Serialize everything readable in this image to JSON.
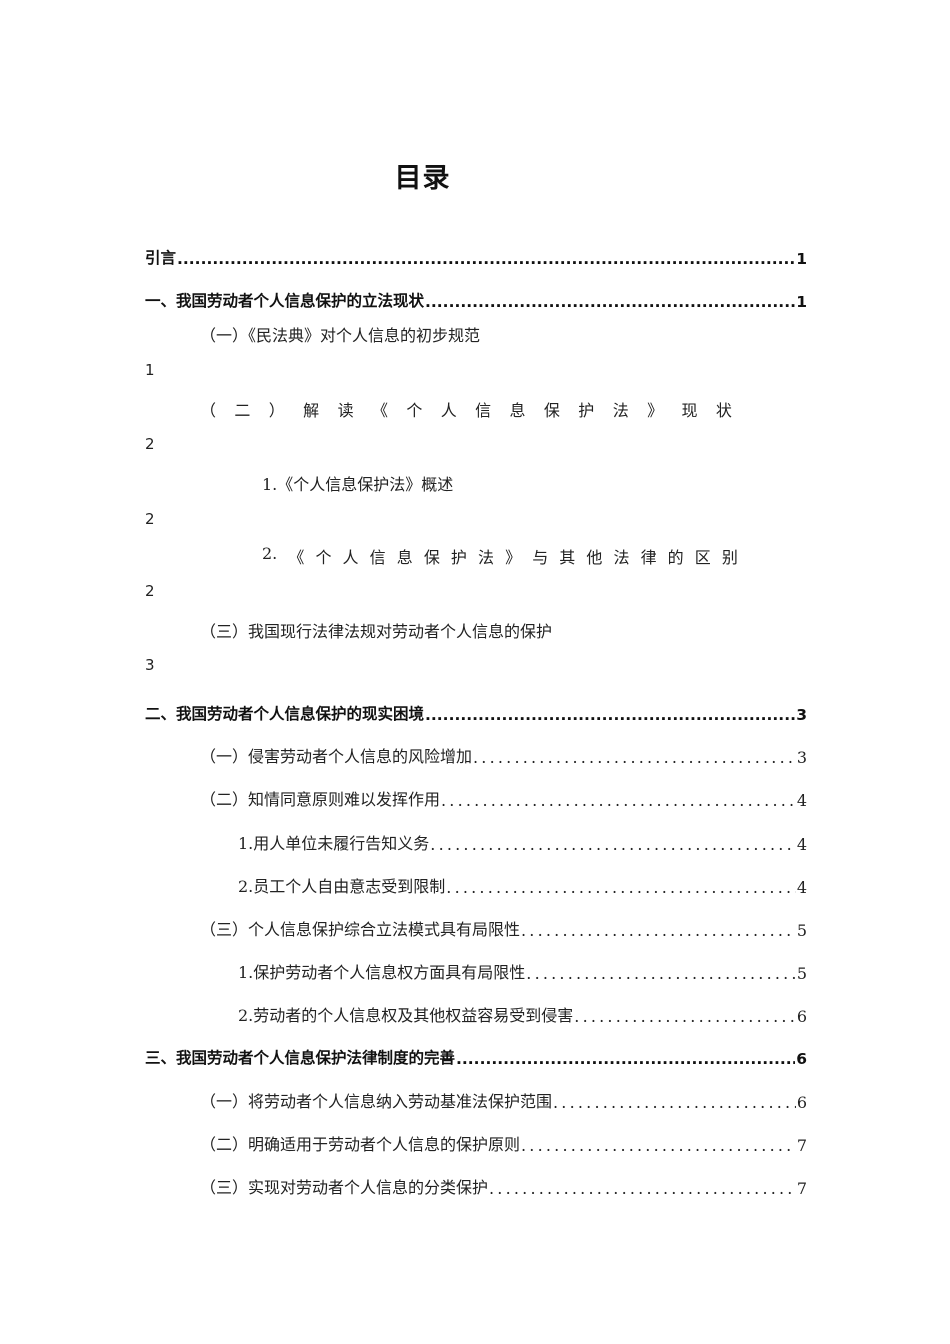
{
  "title": "目录",
  "leader_char": ".",
  "entries": {
    "intro": {
      "label": "引言",
      "page": "1"
    },
    "ch1": {
      "label": "一、我国劳动者个人信息保护的立法现状",
      "page": "1"
    },
    "ch1_s1": {
      "label": "（一）《民法典》对个人信息的初步规范",
      "page": "1"
    },
    "ch1_s2": {
      "chars": [
        "（",
        "二",
        "）",
        "解",
        "读",
        "《",
        "个",
        "人",
        "信",
        "息",
        "保",
        "护",
        "法",
        "》",
        "现",
        "状"
      ],
      "page": "2"
    },
    "ch1_s2_1": {
      "label": "1.《个人信息保护法》概述",
      "page": "2"
    },
    "ch1_s2_2": {
      "chars": [
        "2.",
        "《",
        "个",
        "人",
        "信",
        "息",
        "保",
        "护",
        "法",
        "》",
        "与",
        "其",
        "他",
        "法",
        "律",
        "的",
        "区",
        "别"
      ],
      "page": "2"
    },
    "ch1_s3": {
      "label": "（三）我国现行法律法规对劳动者个人信息的保护",
      "page": "3"
    },
    "ch2": {
      "label": "二、我国劳动者个人信息保护的现实困境",
      "page": "3"
    },
    "ch2_s1": {
      "label": "（一）侵害劳动者个人信息的风险增加",
      "page": "3"
    },
    "ch2_s2": {
      "label": "（二）知情同意原则难以发挥作用",
      "page": "4"
    },
    "ch2_s2_1": {
      "label": "1.用人单位未履行告知义务",
      "page": "4"
    },
    "ch2_s2_2": {
      "label": "2.员工个人自由意志受到限制",
      "page": "4"
    },
    "ch2_s3": {
      "label": "（三）个人信息保护综合立法模式具有局限性",
      "page": "5"
    },
    "ch2_s3_1": {
      "label": "1.保护劳动者个人信息权方面具有局限性",
      "page": "5"
    },
    "ch2_s3_2": {
      "label": "2.劳动者的个人信息权及其他权益容易受到侵害",
      "page": "6"
    },
    "ch3": {
      "label": "三、我国劳动者个人信息保护法律制度的完善",
      "page": "6"
    },
    "ch3_s1": {
      "label": "（一）将劳动者个人信息纳入劳动基准法保护范围",
      "page": "6"
    },
    "ch3_s2": {
      "label": "（二）明确适用于劳动者个人信息的保护原则",
      "page": "7"
    },
    "ch3_s3": {
      "label": "（三）实现对劳动者个人信息的分类保护",
      "page": "7"
    }
  }
}
